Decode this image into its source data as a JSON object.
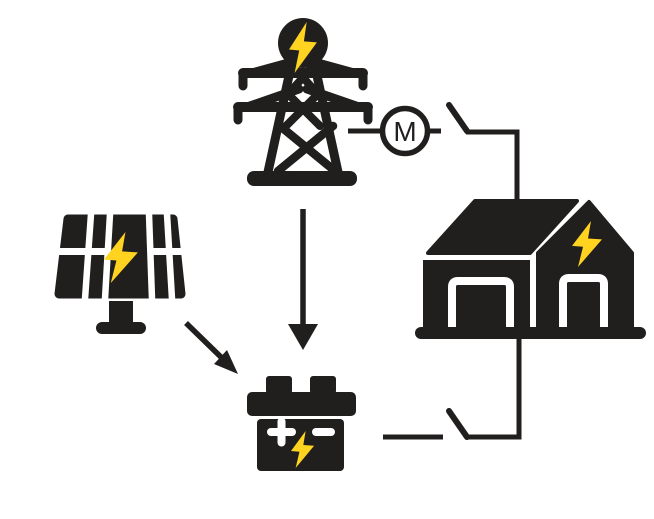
{
  "diagram": {
    "background_color": "#ffffff",
    "ink_color": "#211e1e",
    "accent_color": "#ffd31f",
    "meter": {
      "label": "M"
    },
    "battery": {
      "positive_symbol": "+",
      "negative_symbol": "−"
    },
    "nodes": [
      {
        "id": "transmission-tower",
        "icon": "transmission-tower-icon",
        "bolt": true
      },
      {
        "id": "energy-meter",
        "icon": "meter-icon",
        "label": "M"
      },
      {
        "id": "grid-switch",
        "icon": "open-switch-icon",
        "state": "open"
      },
      {
        "id": "house",
        "icon": "house-icon",
        "bolt": true
      },
      {
        "id": "solar-panel",
        "icon": "solar-panel-icon",
        "bolt": true
      },
      {
        "id": "battery",
        "icon": "battery-icon",
        "bolt": true
      },
      {
        "id": "battery-switch",
        "icon": "open-switch-icon",
        "state": "open"
      }
    ],
    "edges": [
      {
        "from": "transmission-tower",
        "to": "energy-meter",
        "style": "wire"
      },
      {
        "from": "energy-meter",
        "to": "house",
        "style": "wire",
        "via": "grid-switch"
      },
      {
        "from": "transmission-tower",
        "to": "battery",
        "style": "arrow"
      },
      {
        "from": "solar-panel",
        "to": "battery",
        "style": "arrow"
      },
      {
        "from": "battery",
        "to": "house",
        "style": "wire",
        "via": "battery-switch"
      }
    ]
  }
}
